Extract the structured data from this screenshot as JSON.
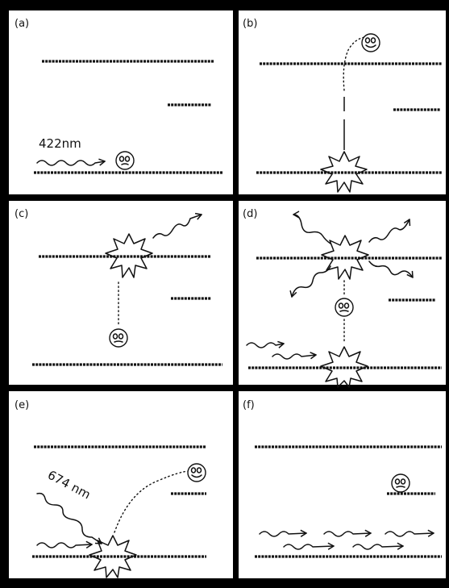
{
  "panels": [
    {
      "id": "a",
      "label": "(a)",
      "annotation": "422nm"
    },
    {
      "id": "b",
      "label": "(b)"
    },
    {
      "id": "c",
      "label": "(c)"
    },
    {
      "id": "d",
      "label": "(d)"
    },
    {
      "id": "e",
      "label": "(e)",
      "annotation": "674 nm"
    },
    {
      "id": "f",
      "label": "(f)"
    }
  ]
}
